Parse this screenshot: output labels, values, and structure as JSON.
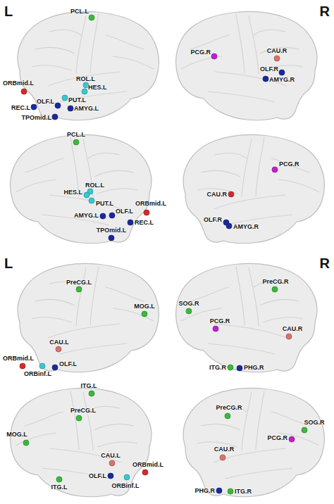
{
  "diagram": {
    "labels": [
      "L",
      "R",
      "PCL.L",
      "ROL.L",
      "HES.L",
      "PUT.L",
      "ORBmid.L",
      "OLF.L",
      "AMYG.L",
      "REC.L",
      "TPOmid.L",
      "PCG.R",
      "CAU.R",
      "OLF.R",
      "AMYG.R",
      "PCL.L",
      "ROL.L",
      "HES.L",
      "PUT.L",
      "AMYG.L",
      "OLF.L",
      "ORBmid.L",
      "REC.L",
      "TPOmid.L",
      "CAU.R",
      "PCG.R",
      "OLF.R",
      "AMYG.R",
      "L",
      "R",
      "PreCG.L",
      "MOG.L",
      "CAU.L",
      "ORBmid.L",
      "ORBinf.L",
      "OLF.L",
      "ITG.L",
      "PreCG.R",
      "SOG.R",
      "PCG.R",
      "CAU.R",
      "ITG.R",
      "PHG.R",
      "PreCG.L",
      "MOG.L",
      "CAU.L",
      "OLF.L",
      "ORBinf.L",
      "ORBmid.L",
      "ITG.L",
      "PreCG.R",
      "PCG.R",
      "SOG.R",
      "CAU.R",
      "PHG.R",
      "ITG.R"
    ]
  }
}
